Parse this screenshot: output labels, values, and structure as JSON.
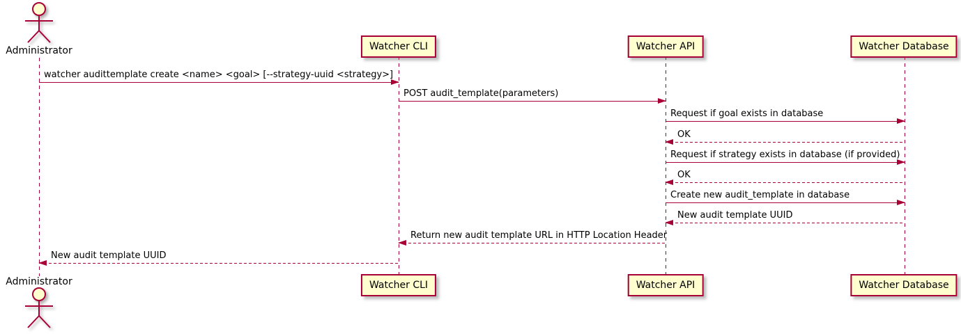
{
  "diagram": {
    "type": "uml-sequence-diagram",
    "actor": {
      "name": "Administrator"
    },
    "participants": [
      {
        "id": "watcher-cli",
        "label": "Watcher CLI"
      },
      {
        "id": "watcher-api",
        "label": "Watcher API"
      },
      {
        "id": "watcher-database",
        "label": "Watcher Database"
      }
    ],
    "messages": [
      {
        "from": "Administrator",
        "to": "Watcher CLI",
        "line": "solid",
        "label": "watcher audittemplate create <name> <goal> [--strategy-uuid <strategy>]"
      },
      {
        "from": "Watcher CLI",
        "to": "Watcher API",
        "line": "solid",
        "label": "POST audit_template(parameters)"
      },
      {
        "from": "Watcher API",
        "to": "Watcher Database",
        "line": "solid",
        "label": "Request if goal exists in database"
      },
      {
        "from": "Watcher Database",
        "to": "Watcher API",
        "line": "dashed",
        "label": "OK"
      },
      {
        "from": "Watcher API",
        "to": "Watcher Database",
        "line": "solid",
        "label": "Request if strategy exists in database (if provided)"
      },
      {
        "from": "Watcher Database",
        "to": "Watcher API",
        "line": "dashed",
        "label": "OK"
      },
      {
        "from": "Watcher API",
        "to": "Watcher Database",
        "line": "solid",
        "label": "Create new audit_template in database"
      },
      {
        "from": "Watcher Database",
        "to": "Watcher API",
        "line": "dashed",
        "label": "New audit template UUID"
      },
      {
        "from": "Watcher API",
        "to": "Watcher CLI",
        "line": "dashed",
        "label": "Return new audit template URL in HTTP Location Header"
      },
      {
        "from": "Watcher CLI",
        "to": "Administrator",
        "line": "dashed",
        "label": "New audit template UUID"
      }
    ],
    "colors": {
      "line": "#A80036",
      "participant_fill": "#FEFECE",
      "participant_border": "#A80036",
      "text": "#000000",
      "background": "#FFFFFF"
    }
  }
}
